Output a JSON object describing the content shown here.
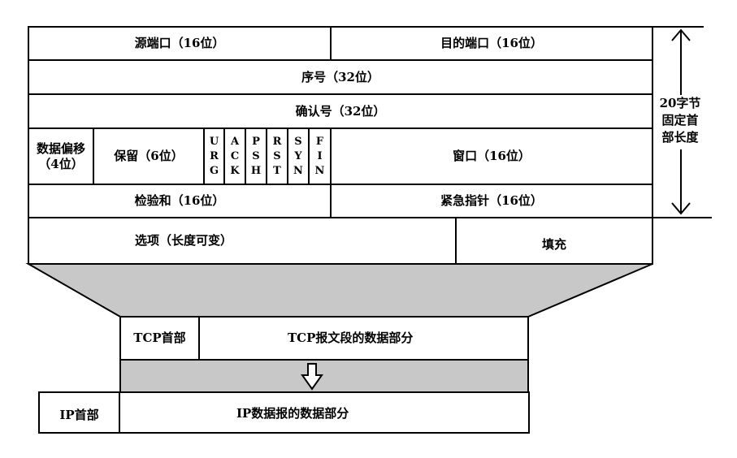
{
  "header": {
    "row1": {
      "source_port": "源端口（16位）",
      "dest_port": "目的端口（16位）"
    },
    "row2": {
      "seq": "序号（32位）"
    },
    "row3": {
      "ack": "确认号（32位）"
    },
    "row4": {
      "data_offset_line1": "数据偏移",
      "data_offset_line2": "（4位）",
      "reserved": "保留（6位）",
      "flags": [
        {
          "chars": [
            "U",
            "R",
            "G"
          ]
        },
        {
          "chars": [
            "A",
            "C",
            "K"
          ]
        },
        {
          "chars": [
            "P",
            "S",
            "H"
          ]
        },
        {
          "chars": [
            "R",
            "S",
            "T"
          ]
        },
        {
          "chars": [
            "S",
            "Y",
            "N"
          ]
        },
        {
          "chars": [
            "F",
            "I",
            "N"
          ]
        }
      ],
      "window": "窗口（16位）"
    },
    "row5": {
      "checksum": "检验和（16位）",
      "urgent": "紧急指针（16位）"
    },
    "row6": {
      "options": "选项（长度可变）",
      "padding": "填充"
    }
  },
  "brace_label": {
    "line1": "20字节",
    "line2": "固定首",
    "line3": "部长度"
  },
  "tcp_segment": {
    "header": "TCP首部",
    "data": "TCP报文段的数据部分"
  },
  "ip_datagram": {
    "header": "IP首部",
    "data": "IP数据报的数据部分"
  },
  "colors": {
    "fill_gray": "#c8c8c8",
    "line": "#000000"
  }
}
